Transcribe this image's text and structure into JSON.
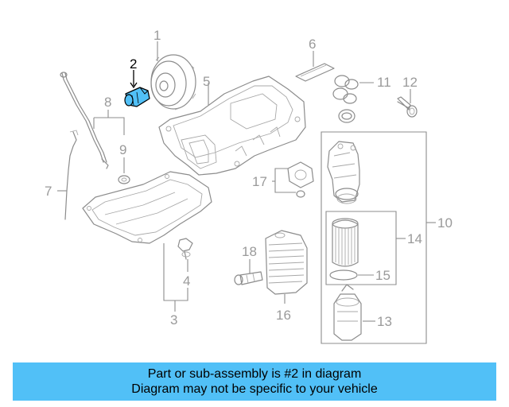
{
  "diagram": {
    "highlight_color": "#51c0f7",
    "callouts": {
      "c1": "1",
      "c2": "2",
      "c3": "3",
      "c4": "4",
      "c5": "5",
      "c6": "6",
      "c7": "7",
      "c8": "8",
      "c9": "9",
      "c10": "10",
      "c11": "11",
      "c12": "12",
      "c13": "13",
      "c14": "14",
      "c15": "15",
      "c16": "16",
      "c17": "17",
      "c18": "18"
    }
  },
  "banner": {
    "background": "#51c0f7",
    "line1": "Part or sub-assembly is #2 in diagram",
    "line2": "Diagram may not be specific to your vehicle"
  }
}
